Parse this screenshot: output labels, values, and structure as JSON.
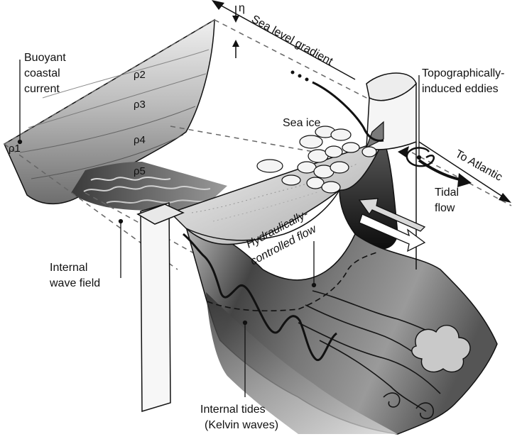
{
  "labels": {
    "buoyant_line1": "Buoyant",
    "buoyant_line2": "coastal",
    "buoyant_line3": "current",
    "rho1": "ρ1",
    "rho2": "ρ2",
    "rho3": "ρ3",
    "rho4": "ρ4",
    "rho5": "ρ5",
    "eta": "η",
    "sea_level_gradient": "Sea level gradient",
    "sea_ice": "Sea ice",
    "topo_line1": "Topographically-",
    "topo_line2": "induced eddies",
    "to_atlantic": "To Atlantic",
    "tidal_line1": "Tidal",
    "tidal_line2": "flow",
    "hydraulic_line1": "Hydraulically-",
    "hydraulic_line2": "controlled flow",
    "internal_wave_line1": "Internal",
    "internal_wave_line2": "wave field",
    "internal_tides_line1": "Internal tides",
    "internal_tides_line2": "(Kelvin waves)"
  },
  "colors": {
    "outline": "#111111",
    "water_light": "#e6e6e6",
    "water_dark": "#1a1a1a",
    "ice": "#f4f4f4"
  }
}
